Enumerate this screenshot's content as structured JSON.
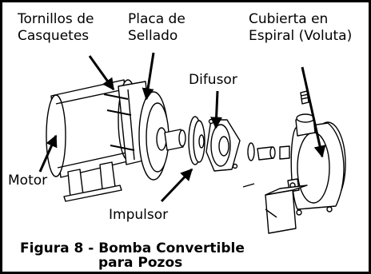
{
  "labels": {
    "cap_screws_line1": "Tornillos de",
    "cap_screws_line2": "Casquetes",
    "seal_plate_line1": "Placa de",
    "seal_plate_line2": "Sellado",
    "volute_line1": "Cubierta en",
    "volute_line2": "Espiral (Voluta)",
    "diffuser": "Difusor",
    "motor": "Motor",
    "impeller": "Impulsor"
  },
  "caption": {
    "line1": "Figura 8 - Bomba Convertible",
    "line2": "para Pozos"
  }
}
